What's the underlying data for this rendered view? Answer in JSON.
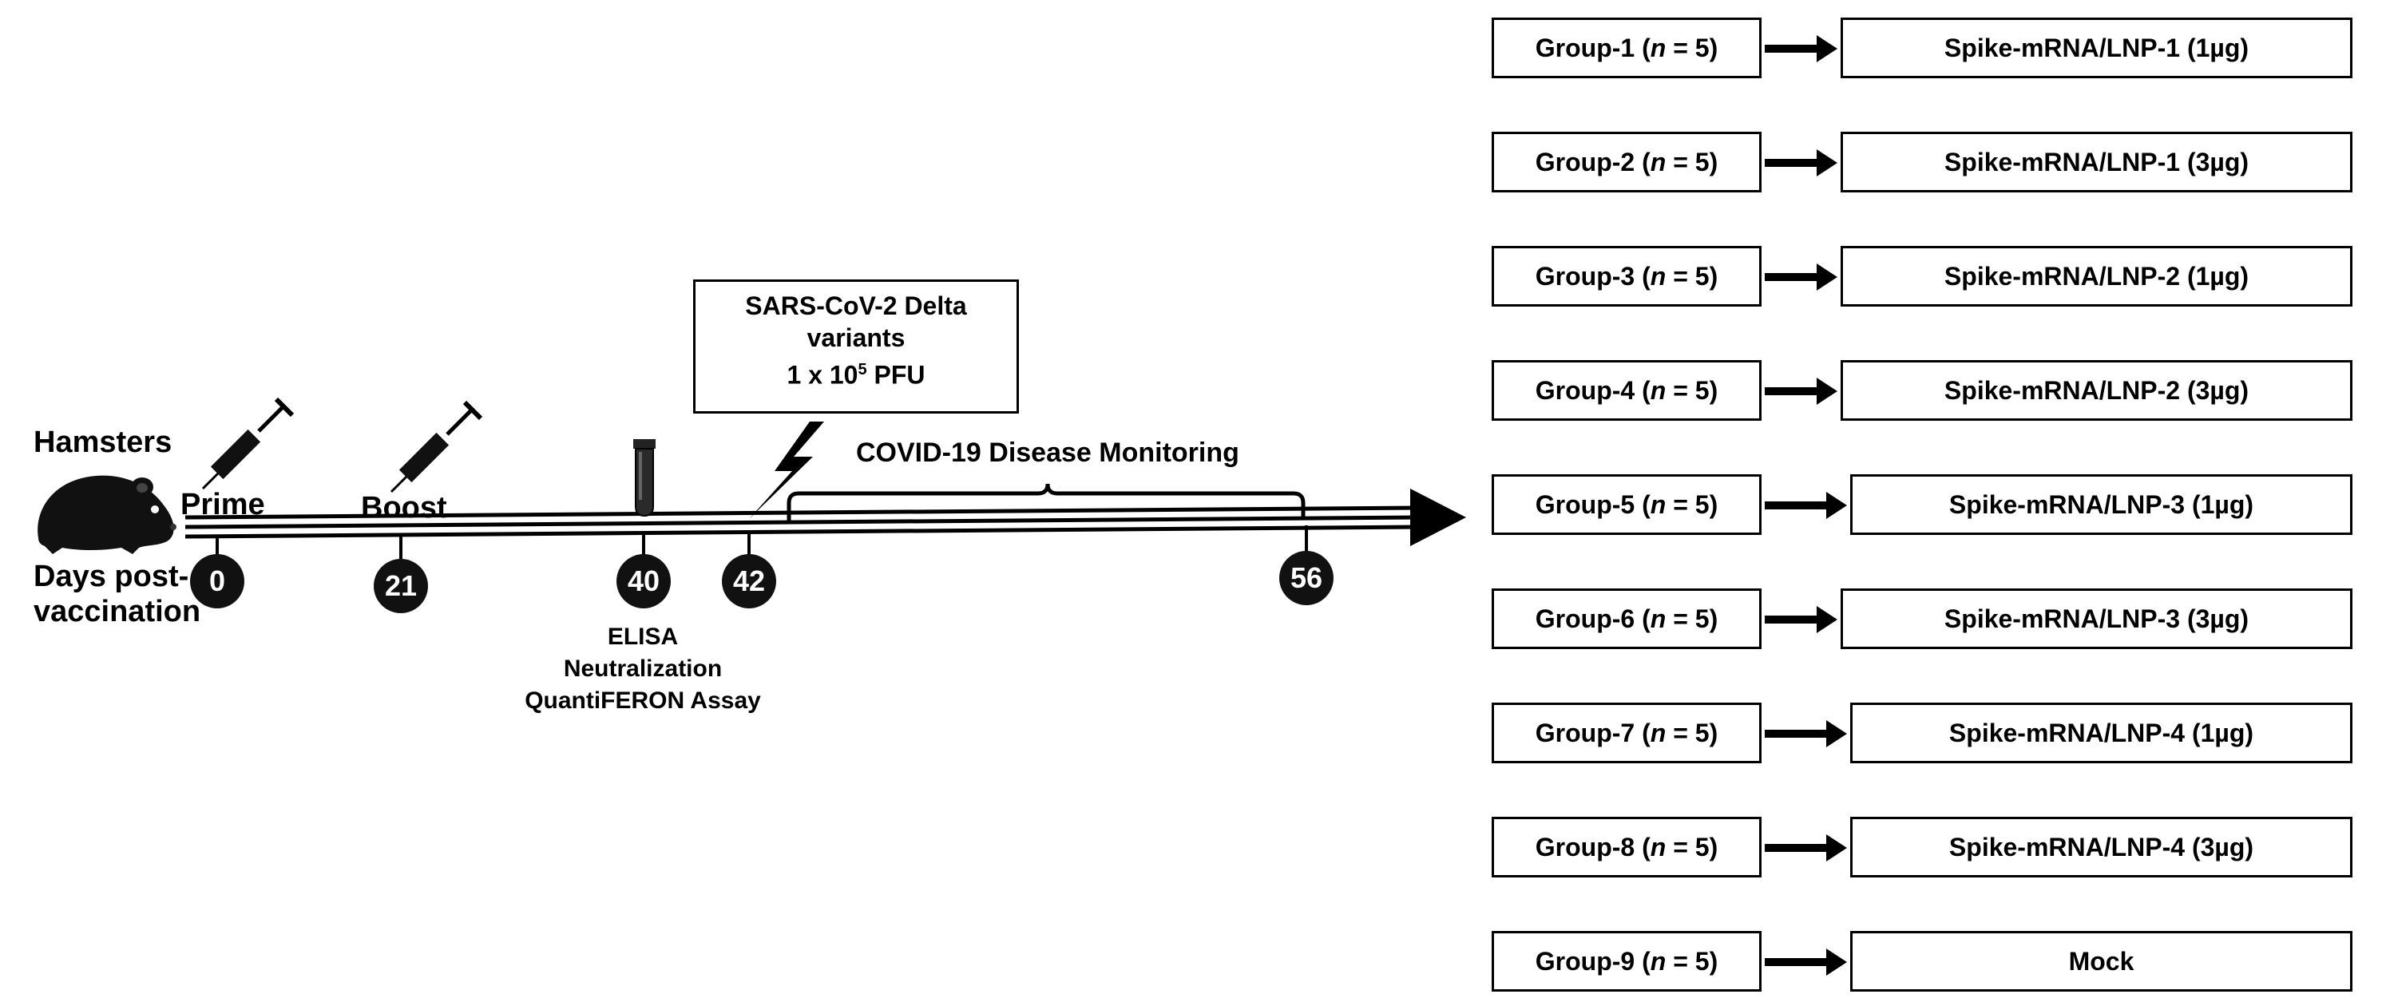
{
  "timeline": {
    "subject": "Hamsters",
    "axis_label": "Days post-vaccination",
    "axis_label_line1": "Days post-",
    "axis_label_line2": "vaccination",
    "prime_label": "Prime",
    "boost_label": "Boost",
    "days": [
      "0",
      "21",
      "40",
      "42",
      "56"
    ],
    "assays": [
      "ELISA",
      "Neutralization",
      "QuantiFERON Assay"
    ],
    "monitoring_label": "COVID-19 Disease Monitoring",
    "challenge": {
      "line1": "SARS-CoV-2 Delta",
      "line2": "variants",
      "dose_prefix": "1 x 10",
      "dose_exp": "5",
      "dose_suffix": " PFU"
    }
  },
  "groups": [
    {
      "name": "Group-1",
      "n_prefix": " (",
      "n_var": "n",
      "n_value": " = 5)",
      "treatment": "Spike-mRNA/LNP-1 (1µg)"
    },
    {
      "name": "Group-2",
      "n_prefix": " (",
      "n_var": "n",
      "n_value": " = 5)",
      "treatment": "Spike-mRNA/LNP-1 (3µg)"
    },
    {
      "name": "Group-3",
      "n_prefix": " (",
      "n_var": "n",
      "n_value": " = 5)",
      "treatment": "Spike-mRNA/LNP-2 (1µg)"
    },
    {
      "name": "Group-4",
      "n_prefix": " (",
      "n_var": "n",
      "n_value": " = 5)",
      "treatment": "Spike-mRNA/LNP-2 (3µg)"
    },
    {
      "name": "Group-5",
      "n_prefix": " (",
      "n_var": "n",
      "n_value": " = 5)",
      "treatment": "Spike-mRNA/LNP-3 (1µg)"
    },
    {
      "name": "Group-6",
      "n_prefix": " (",
      "n_var": "n",
      "n_value": " = 5)",
      "treatment": "Spike-mRNA/LNP-3 (3µg)"
    },
    {
      "name": "Group-7",
      "n_prefix": " (",
      "n_var": "n",
      "n_value": " = 5)",
      "treatment": "Spike-mRNA/LNP-4 (1µg)"
    },
    {
      "name": "Group-8",
      "n_prefix": " (",
      "n_var": "n",
      "n_value": " = 5)",
      "treatment": "Spike-mRNA/LNP-4 (3µg)"
    },
    {
      "name": "Group-9",
      "n_prefix": " (",
      "n_var": "n",
      "n_value": " = 5)",
      "treatment": "Mock"
    }
  ],
  "icons": {
    "hamster": "hamster-icon",
    "syringe": "syringe-icon",
    "blood_tube": "blood-tube-icon",
    "lightning": "lightning-icon"
  }
}
